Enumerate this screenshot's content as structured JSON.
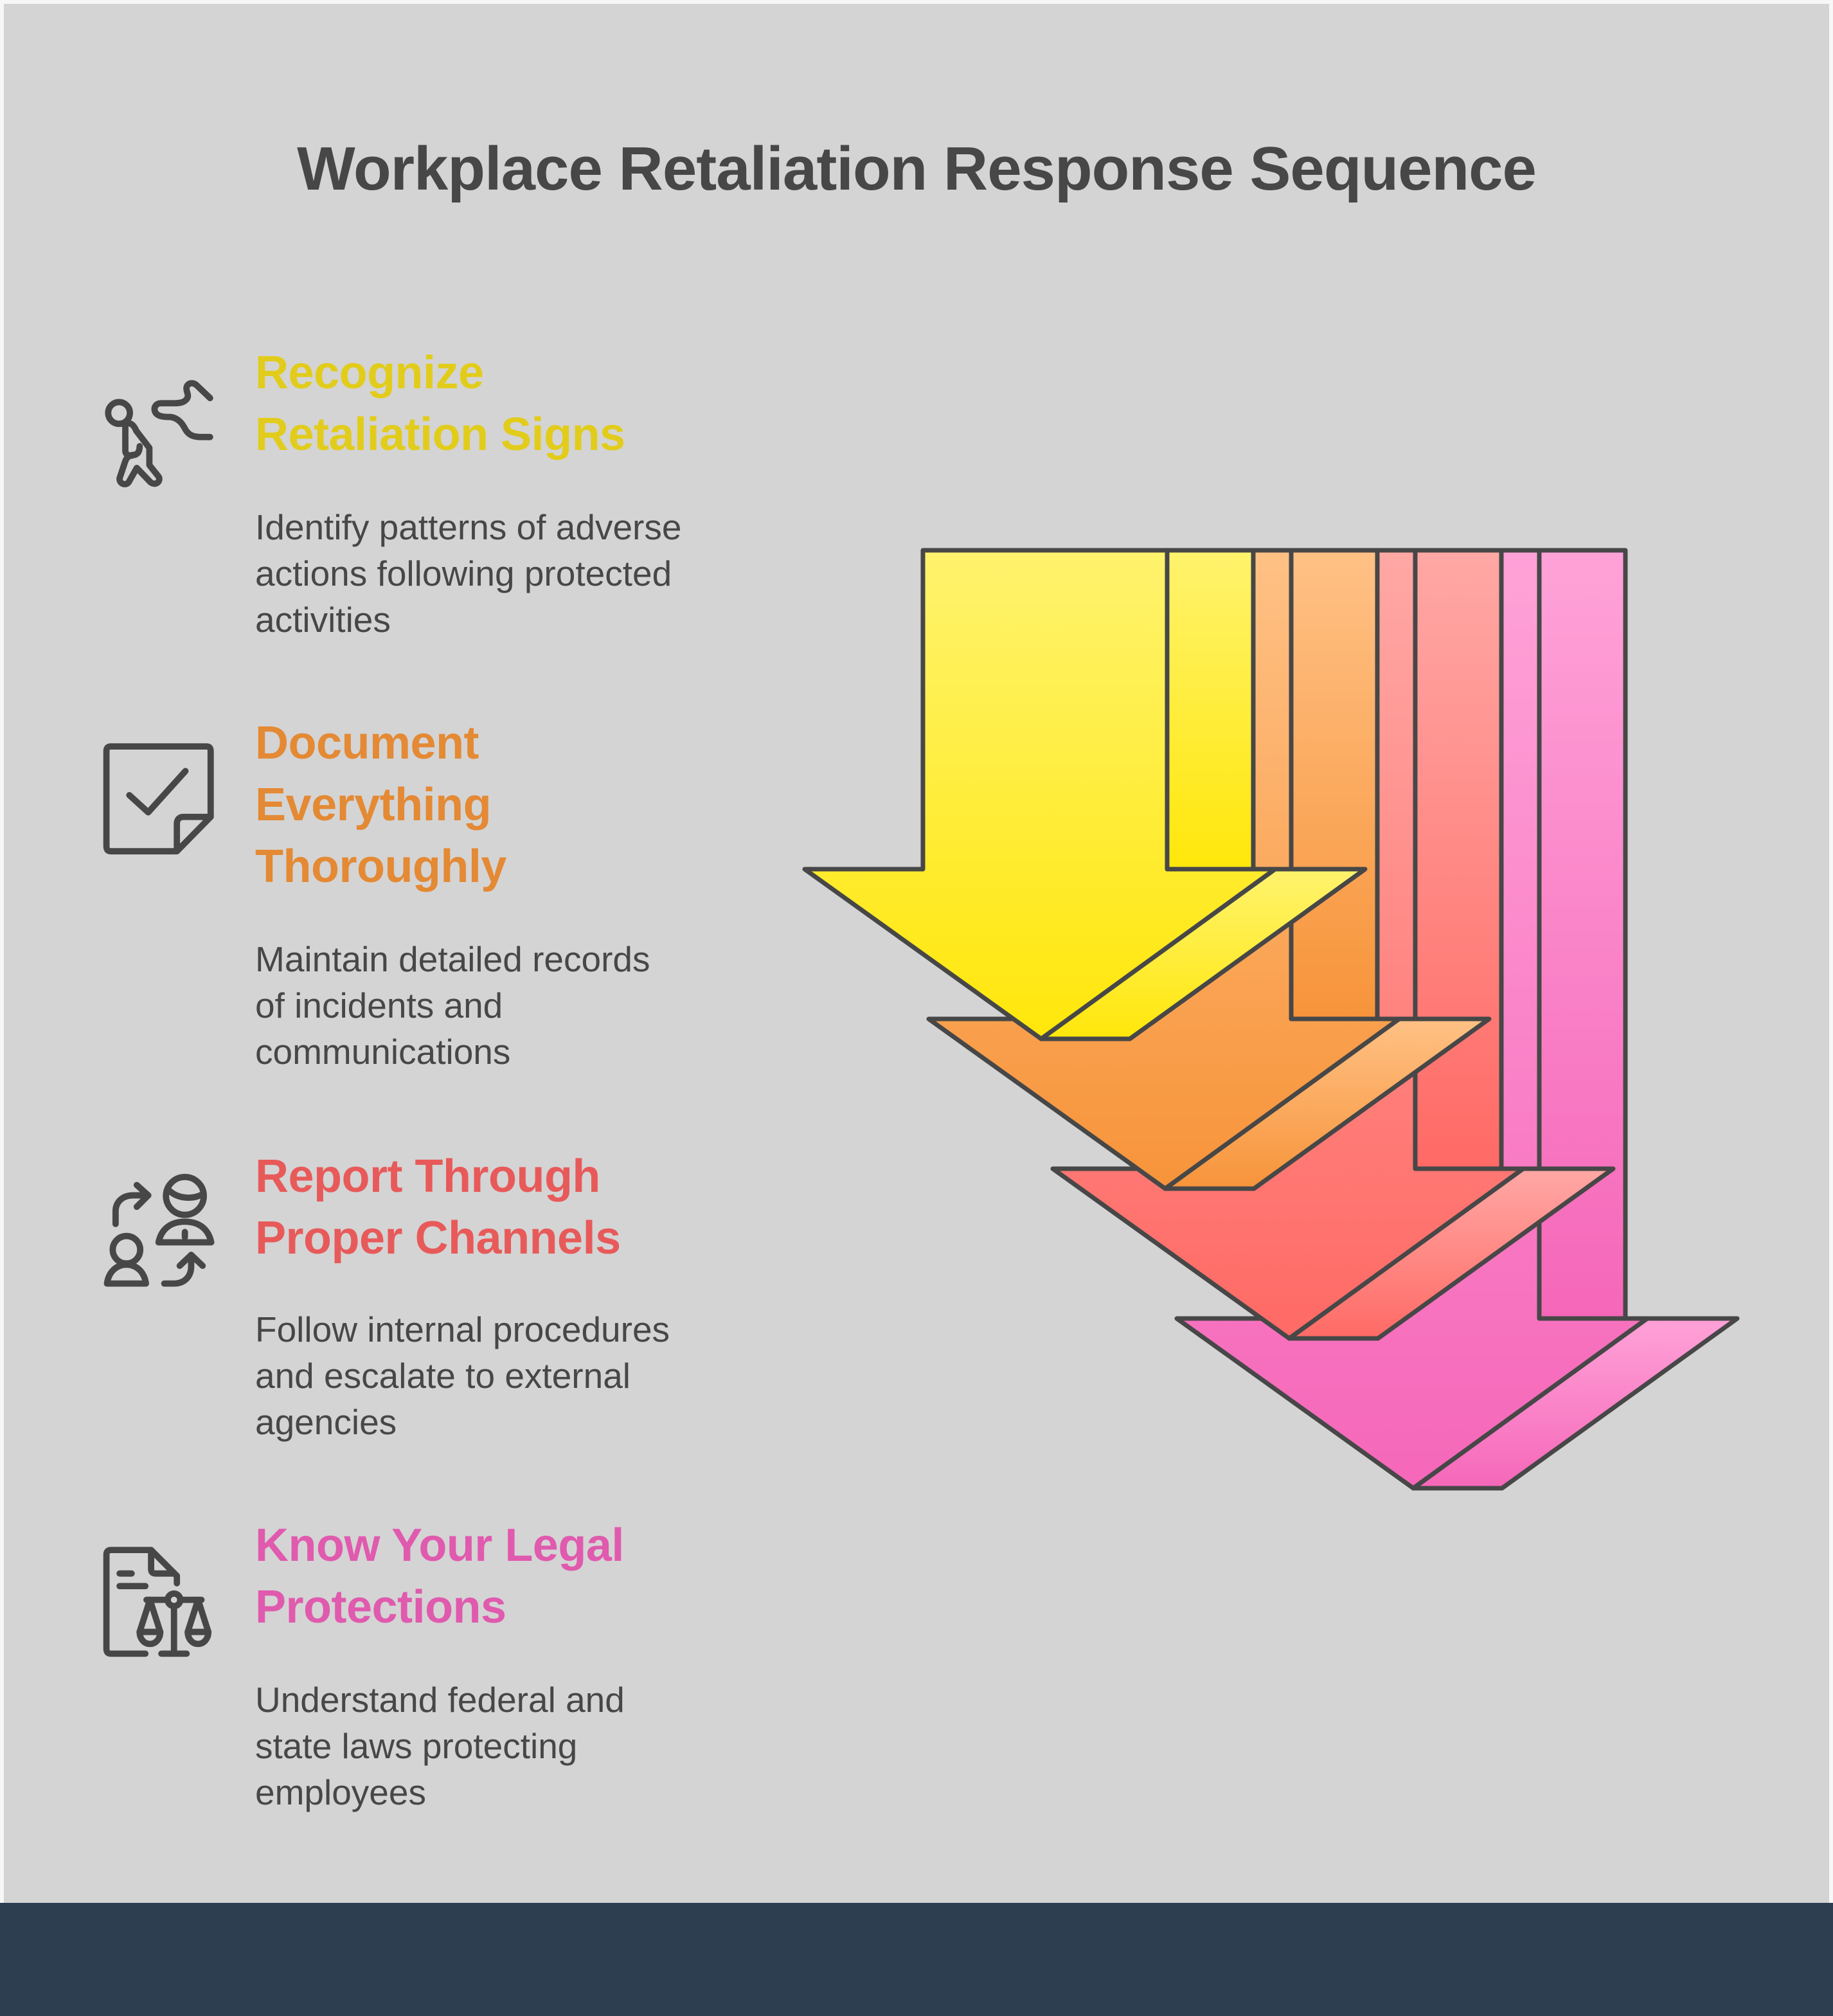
{
  "title": "Workplace Retaliation Response Sequence",
  "steps": [
    {
      "heading": "Recognize Retaliation Signs",
      "heading_lines": [
        "Recognize",
        "Retaliation Signs"
      ],
      "description_lines": [
        "Identify patterns of adverse",
        "actions following protected",
        "activities"
      ],
      "color": "#e2cc1b",
      "icon": "person-walking-away-icon"
    },
    {
      "heading": "Document Everything Thoroughly",
      "heading_lines": [
        "Document",
        "Everything",
        "Thoroughly"
      ],
      "description_lines": [
        "Maintain detailed records",
        "of incidents and",
        "communications"
      ],
      "color": "#e48934",
      "icon": "checked-document-icon"
    },
    {
      "heading": "Report Through Proper Channels",
      "heading_lines": [
        "Report Through",
        "Proper Channels"
      ],
      "description_lines": [
        "Follow internal procedures",
        "and escalate to external",
        "agencies"
      ],
      "color": "#e85a5a",
      "icon": "escalation-people-icon"
    },
    {
      "heading": "Know Your Legal Protections",
      "heading_lines": [
        "Know Your Legal",
        "Protections"
      ],
      "description_lines": [
        "Understand federal and",
        "state laws protecting",
        "employees"
      ],
      "color": "#e05aae",
      "icon": "legal-scales-document-icon"
    }
  ],
  "arrows": [
    {
      "name": "arrow-recognize",
      "light": "#fff36e",
      "dark": "#ffe70a",
      "side_light": "#fff36e",
      "side_dark": "#ffe70a"
    },
    {
      "name": "arrow-document",
      "light": "#ffc185",
      "dark": "#f7943a",
      "side_light": "#ffc185",
      "side_dark": "#f7943a"
    },
    {
      "name": "arrow-report",
      "light": "#ffa8a5",
      "dark": "#ff6a65",
      "side_light": "#ffa8a5",
      "side_dark": "#ff6a65"
    },
    {
      "name": "arrow-legal",
      "light": "#ffa2d8",
      "dark": "#f567b9",
      "side_light": "#ffa2d8",
      "side_dark": "#f567b9"
    }
  ],
  "colors": {
    "background": "#d4d4d4",
    "footer": "#2c3e50",
    "text": "#474747",
    "stroke": "#474747"
  }
}
